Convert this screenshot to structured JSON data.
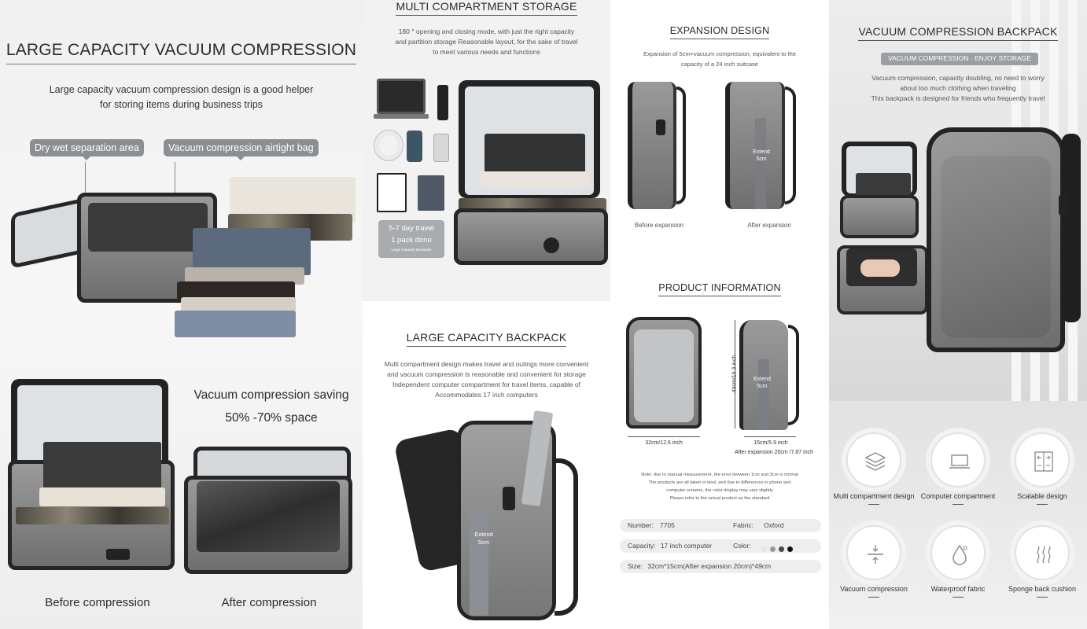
{
  "panel1": {
    "title": "LARGE CAPACITY VACUUM COMPRESSION",
    "subtitle_line1": "Large capacity vacuum compression design is a good helper",
    "subtitle_line2": "for storing items during business trips",
    "callout_left": "Dry wet separation area",
    "callout_right": "Vacuum compression airtight bag",
    "saving_line1": "Vacuum compression saving",
    "saving_line2": "50% -70% space",
    "before_label": "Before compression",
    "after_label": "After compression"
  },
  "panel2": {
    "title": "MULTI COMPARTMENT STORAGE",
    "desc_line1": "180 ° opening and closing mode, with just the right capacity",
    "desc_line2": "and partition storage Reasonable layout, for the sake of travel",
    "desc_line3": "to meet various needs and functions",
    "badge_line1": "5-7 day travel",
    "badge_line2": "1 pack done",
    "badge_line3": "Large Capacity Backpack"
  },
  "panel3": {
    "title": "EXPANSION DESIGN",
    "desc_line1": "Expansion of 5cm+vacuum compression, equivalent to the",
    "desc_line2": "capacity of a 24 inch suitcase",
    "extend_label_1": "Extend",
    "extend_label_2": "5cm",
    "before_label": "Before expansion",
    "after_label": "After expansion"
  },
  "panel4": {
    "title": "VACUUM COMPRESSION BACKPACK",
    "tagline": "VACUUM COMPRESSION · ENJOY STORAGE",
    "desc_line1": "Vacuum compression, capacity doubling, no need to worry",
    "desc_line2": "about too much clothing when traveling",
    "desc_line3": "This backpack is designed for friends who frequently travel"
  },
  "panel5": {
    "title": "LARGE CAPACITY BACKPACK",
    "desc_line1": "Multi compartment design makes travel and outings more convenient",
    "desc_line2": "and vacuum compression is reasonable and convenient for storage",
    "desc_line3": "Independent computer compartment for travel items, capable of",
    "desc_line4": "Accommodates 17 inch computers",
    "extend_label_1": "Extend",
    "extend_label_2": "5cm"
  },
  "panel6": {
    "title": "PRODUCT INFORMATION",
    "height_label": "49cm/19.3 inch",
    "width_label": "32cm/12.6 inch",
    "depth_label": "15cm/5.9 inch",
    "after_expansion_label": "After expansion 20cm /7.87 inch",
    "extend_label_1": "Extend",
    "extend_label_2": "5cm",
    "note_line1": "Note: due to manual measurement, the error between 1cm and 3cm is normal",
    "note_line2": "The products are all taken in kind, and due to differences in phone and",
    "note_line3": "computer screens, the color display may vary slightly",
    "note_line4": "Please refer to the actual product as the standard",
    "number_label": "Number:",
    "number_value": "7705",
    "fabric_label": "Fabric:",
    "fabric_value": "Oxford",
    "capacity_label": "Capacity:",
    "capacity_value": "17 inch computer",
    "color_label": "Color:",
    "size_label": "Size:",
    "size_value": "32cm*15cm(After expansion 20cm)*49cm",
    "color_swatches": [
      "#e5e5e5",
      "#9a9a9a",
      "#4a4a4a",
      "#111111"
    ]
  },
  "features": [
    {
      "label": "Multi compartment design",
      "icon": "layers-icon"
    },
    {
      "label": "Computer compartment",
      "icon": "laptop-icon"
    },
    {
      "label": "Scalable design",
      "icon": "expand-icon"
    },
    {
      "label": "Vacuum compression",
      "icon": "compress-icon"
    },
    {
      "label": "Waterproof fabric",
      "icon": "water-drop-icon"
    },
    {
      "label": "Sponge back cushion",
      "icon": "cushion-icon"
    }
  ],
  "colors": {
    "bag_gray": "#8a8a8a",
    "bag_dark": "#232323",
    "accent_badge": "#8c8f92"
  }
}
